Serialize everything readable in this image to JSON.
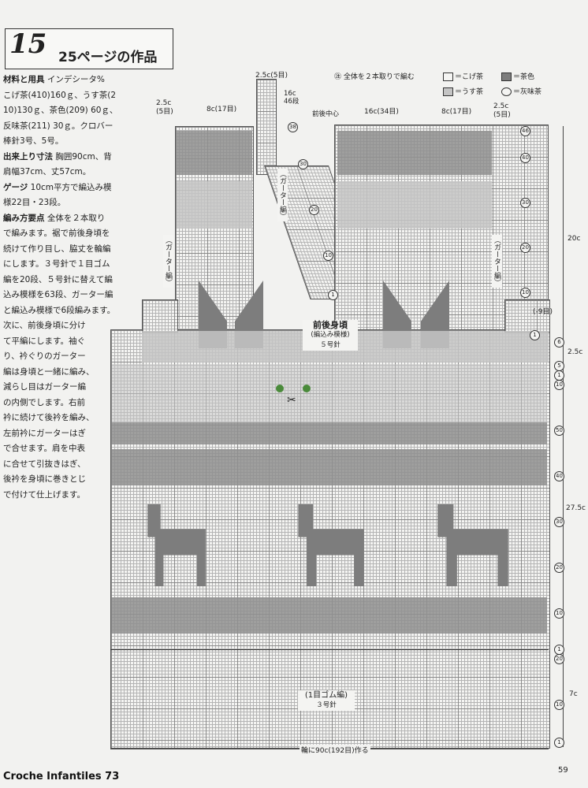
{
  "header": {
    "pattern_number": "15",
    "title": "25ページの作品"
  },
  "instructions": [
    {
      "label": "材料と用具",
      "text": "インデシータ%"
    },
    {
      "label": "",
      "text": "こげ茶(410)160ｇ、うす茶(2"
    },
    {
      "label": "",
      "text": "10)130ｇ、茶色(209) 60ｇ、"
    },
    {
      "label": "",
      "text": "反味茶(211) 30ｇ。クロバー"
    },
    {
      "label": "",
      "text": "棒針3号、5号。"
    },
    {
      "label": "出来上り寸法",
      "text": "胸囲90cm、背"
    },
    {
      "label": "",
      "text": "肩幅37cm、丈57cm。"
    },
    {
      "label": "ゲージ",
      "text": "10cm平方で編込み模"
    },
    {
      "label": "",
      "text": "様22目・23段。"
    },
    {
      "label": "編み方要点",
      "text": "全体を２本取り"
    },
    {
      "label": "",
      "text": "で編みます。裾で前後身頃を"
    },
    {
      "label": "",
      "text": "続けて作り目し、脇丈を輪編"
    },
    {
      "label": "",
      "text": "にします。３号針で１目ゴム"
    },
    {
      "label": "",
      "text": "編を20段、５号針に替えて編"
    },
    {
      "label": "",
      "text": "込み模様を63段、ガーター編"
    },
    {
      "label": "",
      "text": "と編込み模様で6段編みます。"
    },
    {
      "label": "",
      "text": "次に、前後身頃に分け"
    },
    {
      "label": "",
      "text": "て平編にします。袖ぐ"
    },
    {
      "label": "",
      "text": "り、衿ぐりのガーター"
    },
    {
      "label": "",
      "text": "編は身頃と一緒に編み、"
    },
    {
      "label": "",
      "text": "減らし目はガーター編"
    },
    {
      "label": "",
      "text": "の内側でします。右前"
    },
    {
      "label": "",
      "text": "衿に続けて後衿を編み、"
    },
    {
      "label": "",
      "text": "左前衿にガーターはぎ"
    },
    {
      "label": "",
      "text": "で合せます。肩を中表"
    },
    {
      "label": "",
      "text": "に合せて引抜きはぎ、"
    },
    {
      "label": "",
      "text": "後衿を身頃に巻きとじ"
    },
    {
      "label": "",
      "text": "で付けて仕上げます。"
    }
  ],
  "legend": {
    "note": "㊟ 全体を２本取りで編む",
    "items": [
      {
        "symbol": "□",
        "label": "＝こげ茶",
        "color": "#f4f4f2"
      },
      {
        "symbol": "■",
        "label": "＝茶色",
        "color": "#7d7d7d"
      },
      {
        "symbol": "／",
        "label": "＝うす茶",
        "color": "#c4c4c4"
      },
      {
        "symbol": "○",
        "label": "＝灰味茶",
        "color": "#f4f4f2"
      }
    ]
  },
  "chart": {
    "dim_left_shoulder": "2.5c\n(5目)",
    "dim_left_neck": "8c(17目)",
    "dim_collar_top": "2.5c(5目)",
    "dim_collar_side": "16c\n46段",
    "dim_center_label": "前後中心",
    "dim_front_width": "16c(34目)",
    "dim_right_neck": "8c(17目)",
    "dim_right_shoulder": "2.5c\n(5目)",
    "garter_left": "（ガーター編）",
    "garter_collar": "（ガーター編）",
    "garter_right": "（ガーター編）",
    "body_title": "前後身頃",
    "body_sub": "(編込み模様)",
    "body_needle": "５号針",
    "rib_title": "(1目ゴム編)",
    "rib_needle": "３号針",
    "bottom_dim": "輪に90c(192目)作る",
    "side_20": "20c",
    "side_9": "(-9目)",
    "side_25": "2.5c",
    "side_275": "27.5c",
    "side_7": "7c",
    "row_numbers_right": [
      "46",
      "40",
      "30",
      "20",
      "10",
      "1",
      "6",
      "5",
      "1",
      "10",
      "50",
      "40",
      "30",
      "20",
      "10",
      "1",
      "20",
      "10",
      "1"
    ],
    "row_numbers_collar": [
      "38",
      "30",
      "20",
      "10",
      "1"
    ]
  },
  "footer": {
    "left": "Croche Infantiles 73",
    "page": "59"
  }
}
